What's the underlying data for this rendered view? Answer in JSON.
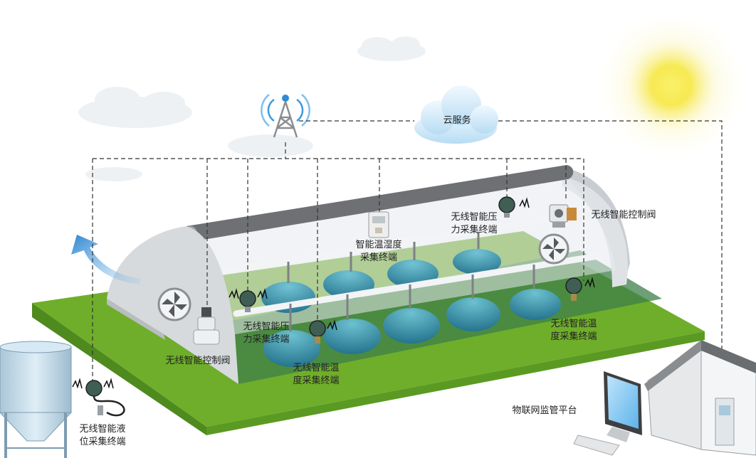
{
  "labels": {
    "cloud_service": "云服务",
    "valve_right": "无线智能控制阀",
    "pressure_top_line1": "无线智能压",
    "pressure_top_line2": "力采集终端",
    "temp_humidity_line1": "智能温湿度",
    "temp_humidity_line2": "采集终端",
    "pressure_left_line1": "无线智能压",
    "pressure_left_line2": "力采集终端",
    "temp_mid_line1": "无线智能温",
    "temp_mid_line2": "度采集终端",
    "temp_right_line1": "无线智能温",
    "temp_right_line2": "度采集终端",
    "valve_left": "无线智能控制阀",
    "level_line1": "无线智能液",
    "level_line2": "位采集终端",
    "platform": "物联网监管平台"
  },
  "colors": {
    "grass": "#6fae2a",
    "grass_dark": "#4f8a1e",
    "greenhouse_frame": "#d6d9dd",
    "cover_bar": "#6e7073",
    "pipe": "#e8ecef",
    "crop_dome": "#2f7fa0",
    "sun": "#f4e64a",
    "cloud": "#cfe7f6",
    "arrow": "#3d8ed1",
    "wire": "#333333"
  }
}
